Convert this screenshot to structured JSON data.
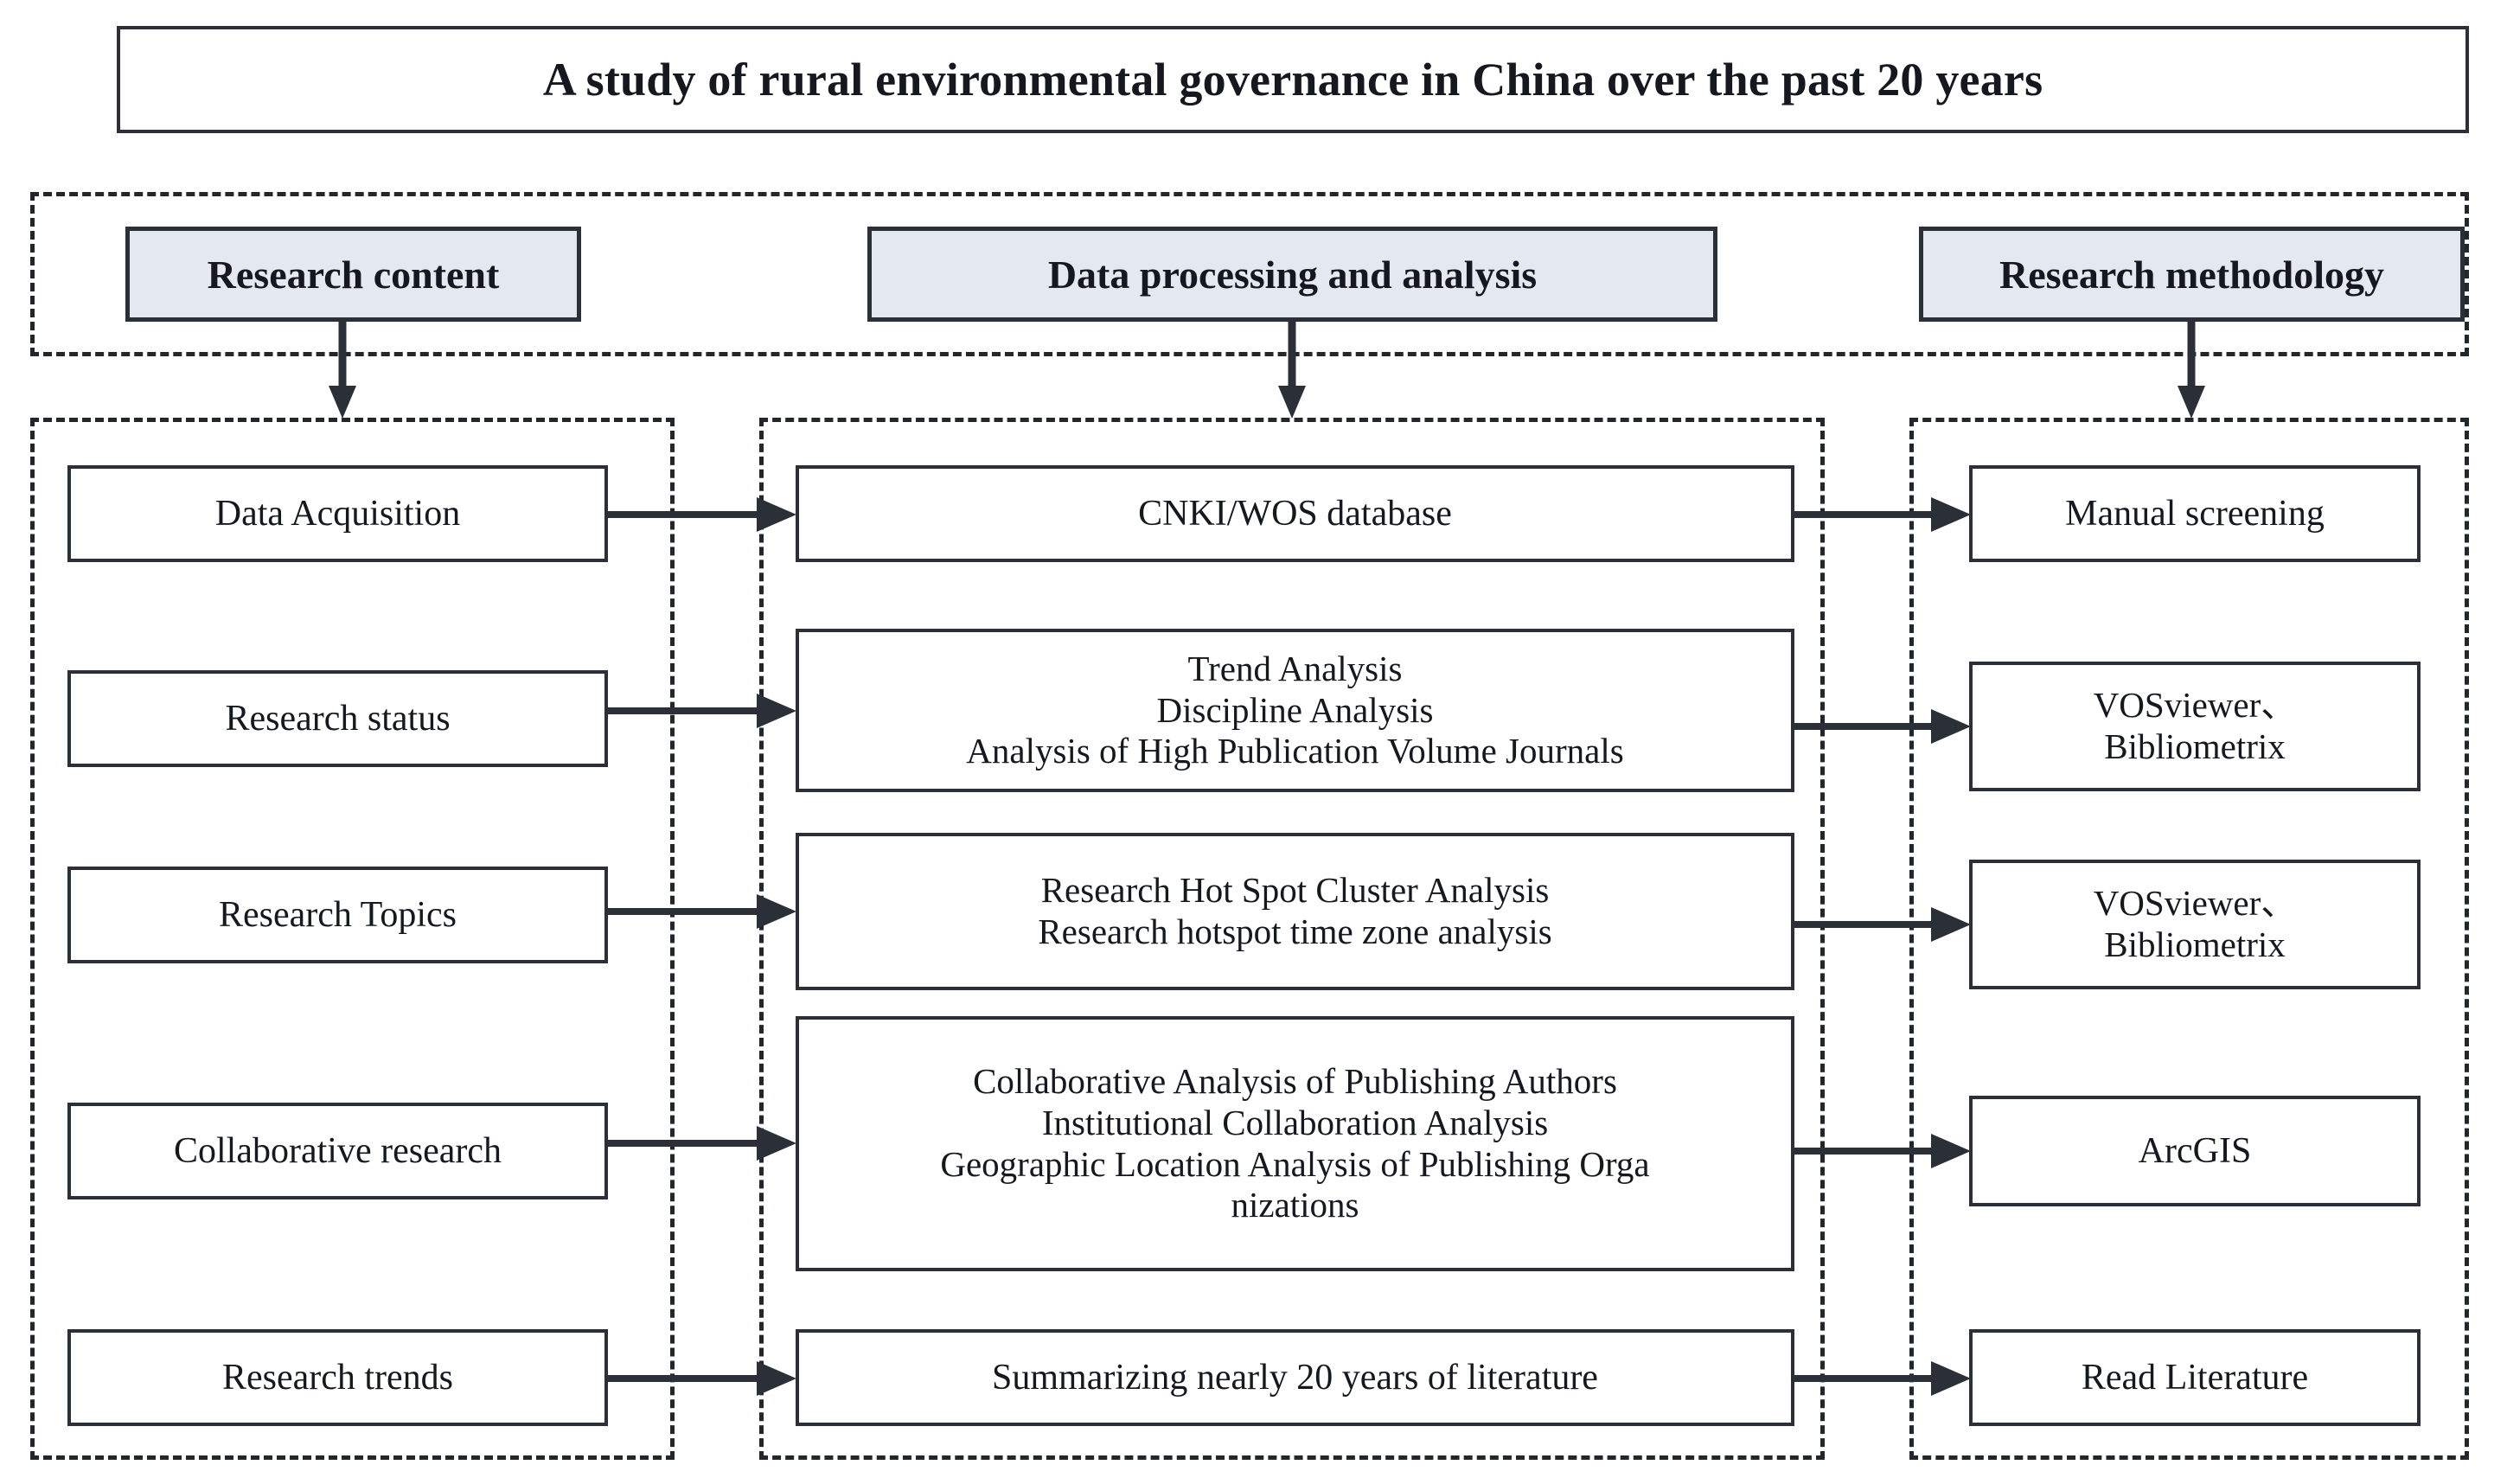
{
  "title": {
    "text": "A study of rural environmental governance in China over the past 20 years"
  },
  "colors": {
    "header_fill": "#e3e9ee",
    "border": "#2b3038",
    "text": "#15191f",
    "background": "#ffffff"
  },
  "headers": [
    {
      "id": "research-content",
      "label": "Research content"
    },
    {
      "id": "data-processing-and-analysis",
      "label": "Data processing and analysis"
    },
    {
      "id": "research-methodology",
      "label": "Research methodology"
    }
  ],
  "columns": {
    "research_content": {
      "header": "Research content",
      "nodes": [
        {
          "lines": [
            "Data Acquisition"
          ]
        },
        {
          "lines": [
            "Research status"
          ]
        },
        {
          "lines": [
            "Research Topics"
          ]
        },
        {
          "lines": [
            "Collaborative research"
          ]
        },
        {
          "lines": [
            "Research trends"
          ]
        }
      ]
    },
    "data_processing": {
      "header": "Data processing and analysis",
      "nodes": [
        {
          "lines": [
            "CNKI/WOS database"
          ]
        },
        {
          "lines": [
            "Trend Analysis",
            "Discipline Analysis",
            "Analysis of High Publication Volume Journals"
          ]
        },
        {
          "lines": [
            "Research Hot Spot Cluster Analysis",
            "Research hotspot time zone analysis"
          ]
        },
        {
          "lines": [
            "Collaborative Analysis of Publishing Authors",
            "Institutional Collaboration Analysis",
            "Geographic Location Analysis of Publishing Orga",
            "nizations"
          ]
        },
        {
          "lines": [
            "Summarizing nearly 20 years of literature"
          ]
        }
      ]
    },
    "research_methodology": {
      "header": "Research methodology",
      "nodes": [
        {
          "lines": [
            "Manual screening"
          ]
        },
        {
          "lines": [
            "VOSviewer、",
            "Bibliometrix"
          ]
        },
        {
          "lines": [
            "VOSviewer、",
            "Bibliometrix"
          ]
        },
        {
          "lines": [
            "ArcGIS"
          ]
        },
        {
          "lines": [
            "Read Literature"
          ]
        }
      ]
    }
  },
  "connectors": {
    "vertical_from_headers": 3,
    "horizontal_left_to_middle": 5,
    "horizontal_middle_to_right": 5
  }
}
